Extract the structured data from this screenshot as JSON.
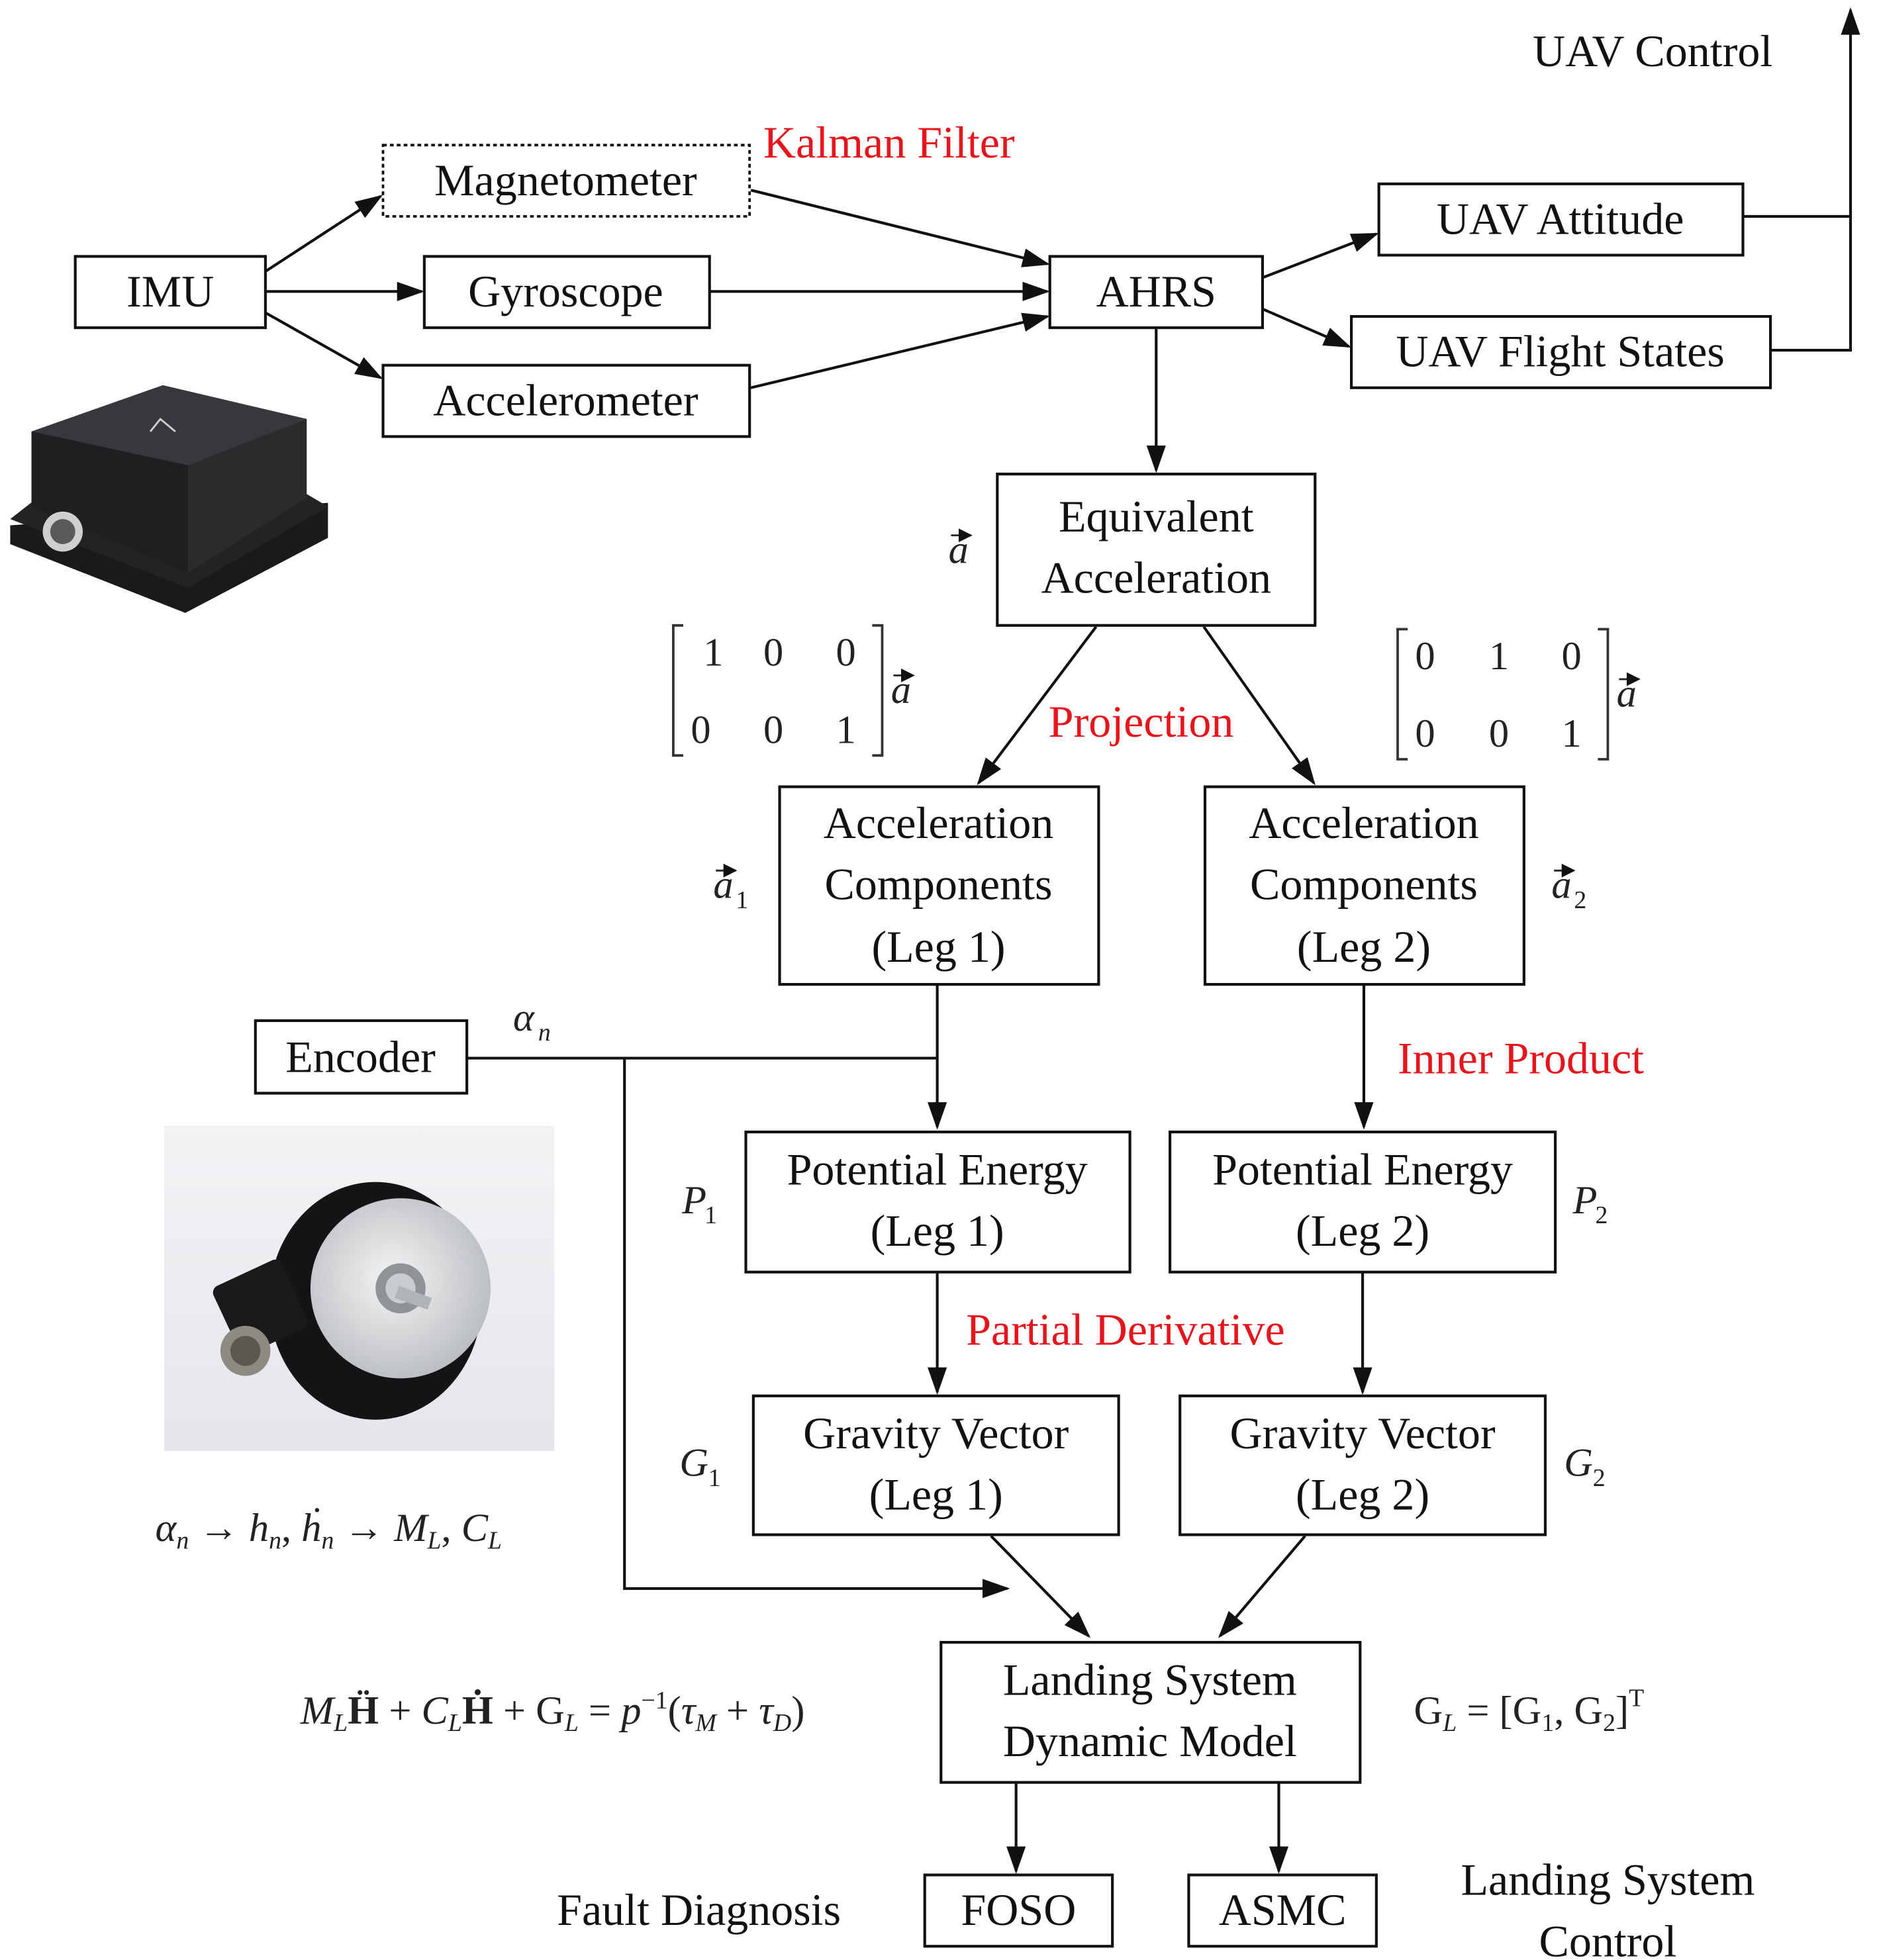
{
  "diagram": {
    "colors": {
      "annotation": "#e8141b",
      "stroke": "#111111",
      "background": "#ffffff"
    },
    "nodes": {
      "imu": "IMU",
      "magnetometer": "Magnetometer",
      "gyroscope": "Gyroscope",
      "accelerometer": "Accelerometer",
      "ahrs": "AHRS",
      "uav_attitude": "UAV Attitude",
      "uav_flight_states": "UAV Flight States",
      "equivalent_acceleration": [
        "Equivalent",
        "Acceleration"
      ],
      "acc_components_leg1": [
        "Acceleration",
        "Components",
        "(Leg 1)"
      ],
      "acc_components_leg2": [
        "Acceleration",
        "Components",
        "(Leg 2)"
      ],
      "encoder": "Encoder",
      "potential_energy_leg1": [
        "Potential Energy",
        "(Leg 1)"
      ],
      "potential_energy_leg2": [
        "Potential Energy",
        "(Leg 2)"
      ],
      "gravity_vector_leg1": [
        "Gravity Vector",
        "(Leg 1)"
      ],
      "gravity_vector_leg2": [
        "Gravity Vector",
        "(Leg 2)"
      ],
      "landing_dynamic_model": [
        "Landing System",
        "Dynamic Model"
      ],
      "foso": "FOSO",
      "asmc": "ASMC"
    },
    "annotations": {
      "kalman_filter": "Kalman Filter",
      "projection": "Projection",
      "inner_product": "Inner Product",
      "partial_derivative": "Partial Derivative"
    },
    "labels": {
      "uav_control": "UAV Control",
      "fault_diagnosis": "Fault Diagnosis",
      "landing_system_control": [
        "Landing System",
        "Control"
      ]
    },
    "symbols": {
      "a_vec": "a",
      "a1": "a",
      "a1_sub": "1",
      "a2": "a",
      "a2_sub": "2",
      "alpha_n": "α",
      "alpha_n_sub": "n",
      "P1": "P",
      "P1_sub": "1",
      "P2": "P",
      "P2_sub": "2",
      "G1": "G",
      "G1_sub": "1",
      "G2": "G",
      "G2_sub": "2"
    },
    "matrices": {
      "leg1": [
        [
          "1",
          "0",
          "0"
        ],
        [
          "0",
          "0",
          "1"
        ]
      ],
      "leg2": [
        [
          "0",
          "1",
          "0"
        ],
        [
          "0",
          "0",
          "1"
        ]
      ]
    },
    "equations": {
      "encoder_chain": "αₙ → hₙ, ḣₙ → M_L, C_L",
      "dynamics": "M_L Ḧ + C_L Ḣ + G_L = p⁻¹(τ_M + τ_D)",
      "gravity_stack": "G_L = [G₁, G₂]ᵀ"
    },
    "images": {
      "imu_photo": "imu-device-photo",
      "encoder_photo": "rotary-encoder-photo"
    }
  }
}
